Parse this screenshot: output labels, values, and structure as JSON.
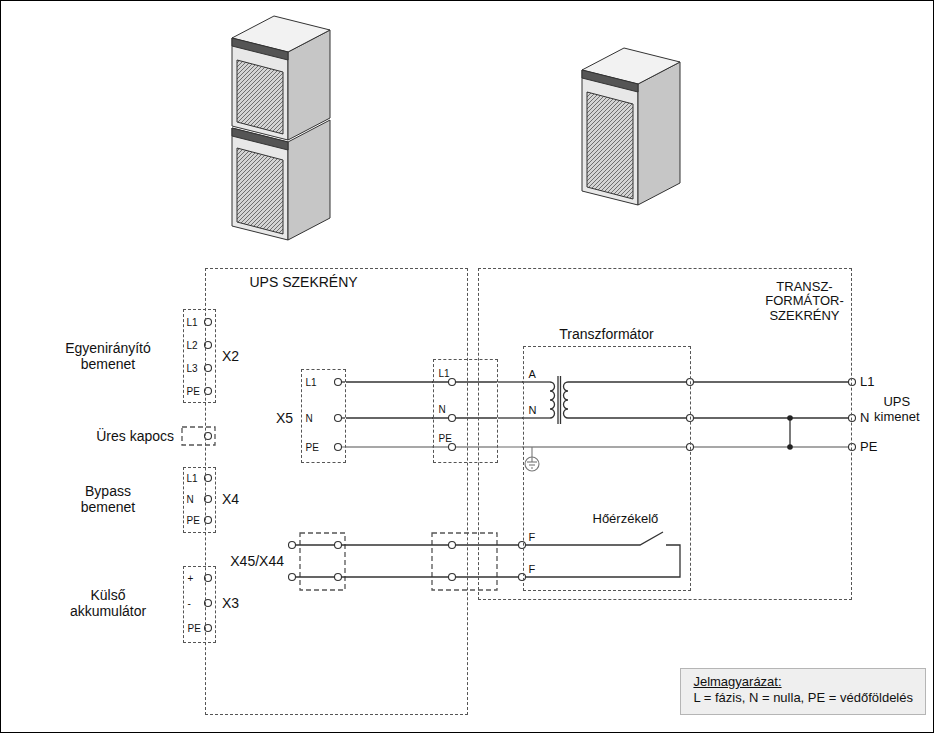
{
  "diagram": {
    "nodes": [
      {
        "text": [
          "UPS SZEKRÉNY"
        ]
      },
      {
        "text": [
          "L1",
          "L2",
          "L3",
          "PE"
        ],
        "in": 0
      },
      {
        "text": [
          "L1",
          "N",
          "PE"
        ],
        "in": 0
      },
      {
        "text": [
          "+",
          "-",
          "PE"
        ],
        "in": 0
      },
      {
        "text": [
          "L1",
          "N",
          "PE"
        ],
        "in": 0
      },
      {
        "text": [
          "TRANSZ- FORMÁTOR- SZEKRÉNY"
        ]
      },
      {
        "text": [
          "L1",
          "N",
          "PE"
        ],
        "in": 5
      },
      {
        "text": [
          "Transzformátor",
          "A",
          "N",
          "F",
          "F",
          "Hőérzékelő"
        ],
        "in": 5
      }
    ],
    "edges": [
      {
        "from": 4,
        "to": 6,
        "arrow": "none"
      },
      {
        "from": 4,
        "to": 6,
        "arrow": "none"
      },
      {
        "from": 4,
        "to": 6,
        "arrow": "none"
      },
      {
        "from": 6,
        "to": 7,
        "arrow": "none"
      },
      {
        "from": 6,
        "to": 7,
        "arrow": "none"
      },
      {
        "from": 6,
        "to": 7,
        "arrow": "none"
      }
    ],
    "labels": [
      "Egyenirányító bemenet",
      "X2",
      "Üres kapocs",
      "Bypass bemenet",
      "X4",
      "Külső akkumulátor",
      "X3",
      "X5",
      "X45/X44",
      "L1",
      "N",
      "PE",
      "UPS kimenet",
      "Jelmagyarázat:"
    ],
    "legend": [
      {
        "text": "L = fázis, N = nulla, PE = védőföldelés"
      }
    ]
  }
}
